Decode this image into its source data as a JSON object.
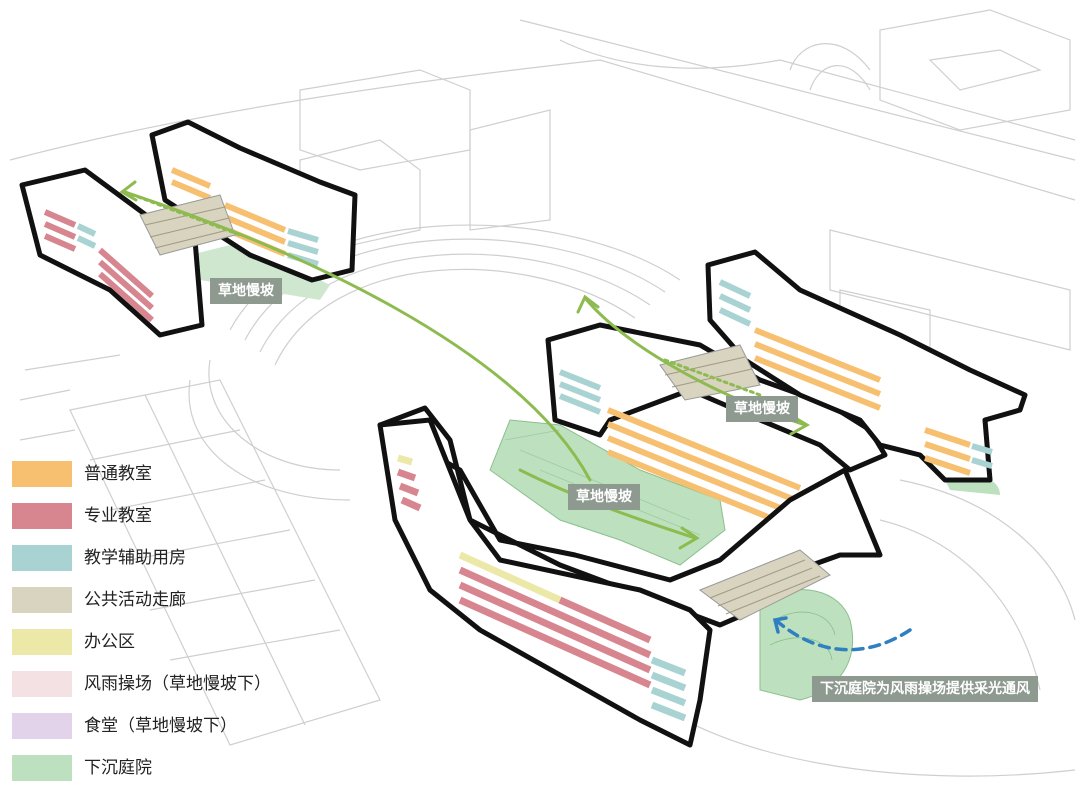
{
  "legend": [
    {
      "label": "普通教室",
      "color": "#f7c071"
    },
    {
      "label": "专业教室",
      "color": "#d7868f"
    },
    {
      "label": "教学辅助用房",
      "color": "#a9d3d2"
    },
    {
      "label": "公共活动走廊",
      "color": "#d8d4bf"
    },
    {
      "label": "办公区",
      "color": "#ece9a8"
    },
    {
      "label": "风雨操场（草地慢坡下）",
      "color": "#f3e1e4"
    },
    {
      "label": "食堂（草地慢坡下）",
      "color": "#e3d3ea"
    },
    {
      "label": "下沉庭院",
      "color": "#bde1be"
    }
  ],
  "annotations": {
    "slope_northwest": "草地慢坡",
    "slope_east": "草地慢坡",
    "slope_center": "草地慢坡",
    "courtyard_note": "下沉庭院为风雨操场提供采光通风"
  },
  "colors": {
    "arrow_green": "#8dbb4f",
    "arrow_blue": "#2f7fc1",
    "outline": "#111111",
    "context_line": "#c9c9c9"
  }
}
